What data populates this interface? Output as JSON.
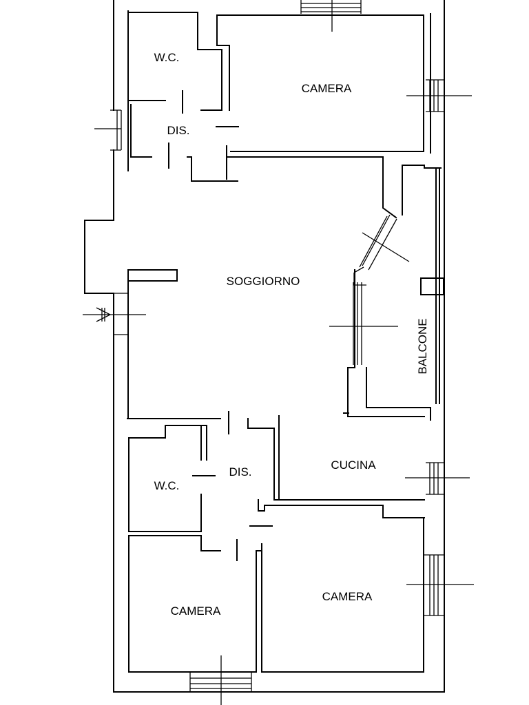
{
  "floor_plan": {
    "rooms": {
      "wc_top": "W.C.",
      "camera_top": "CAMERA",
      "dis_top": "DIS.",
      "soggiorno": "SOGGIORNO",
      "balcone": "BALCONE",
      "cucina": "CUCINA",
      "dis_bottom": "DIS.",
      "wc_bottom": "W.C.",
      "camera_bottom_left": "CAMERA",
      "camera_bottom_right": "CAMERA"
    }
  }
}
